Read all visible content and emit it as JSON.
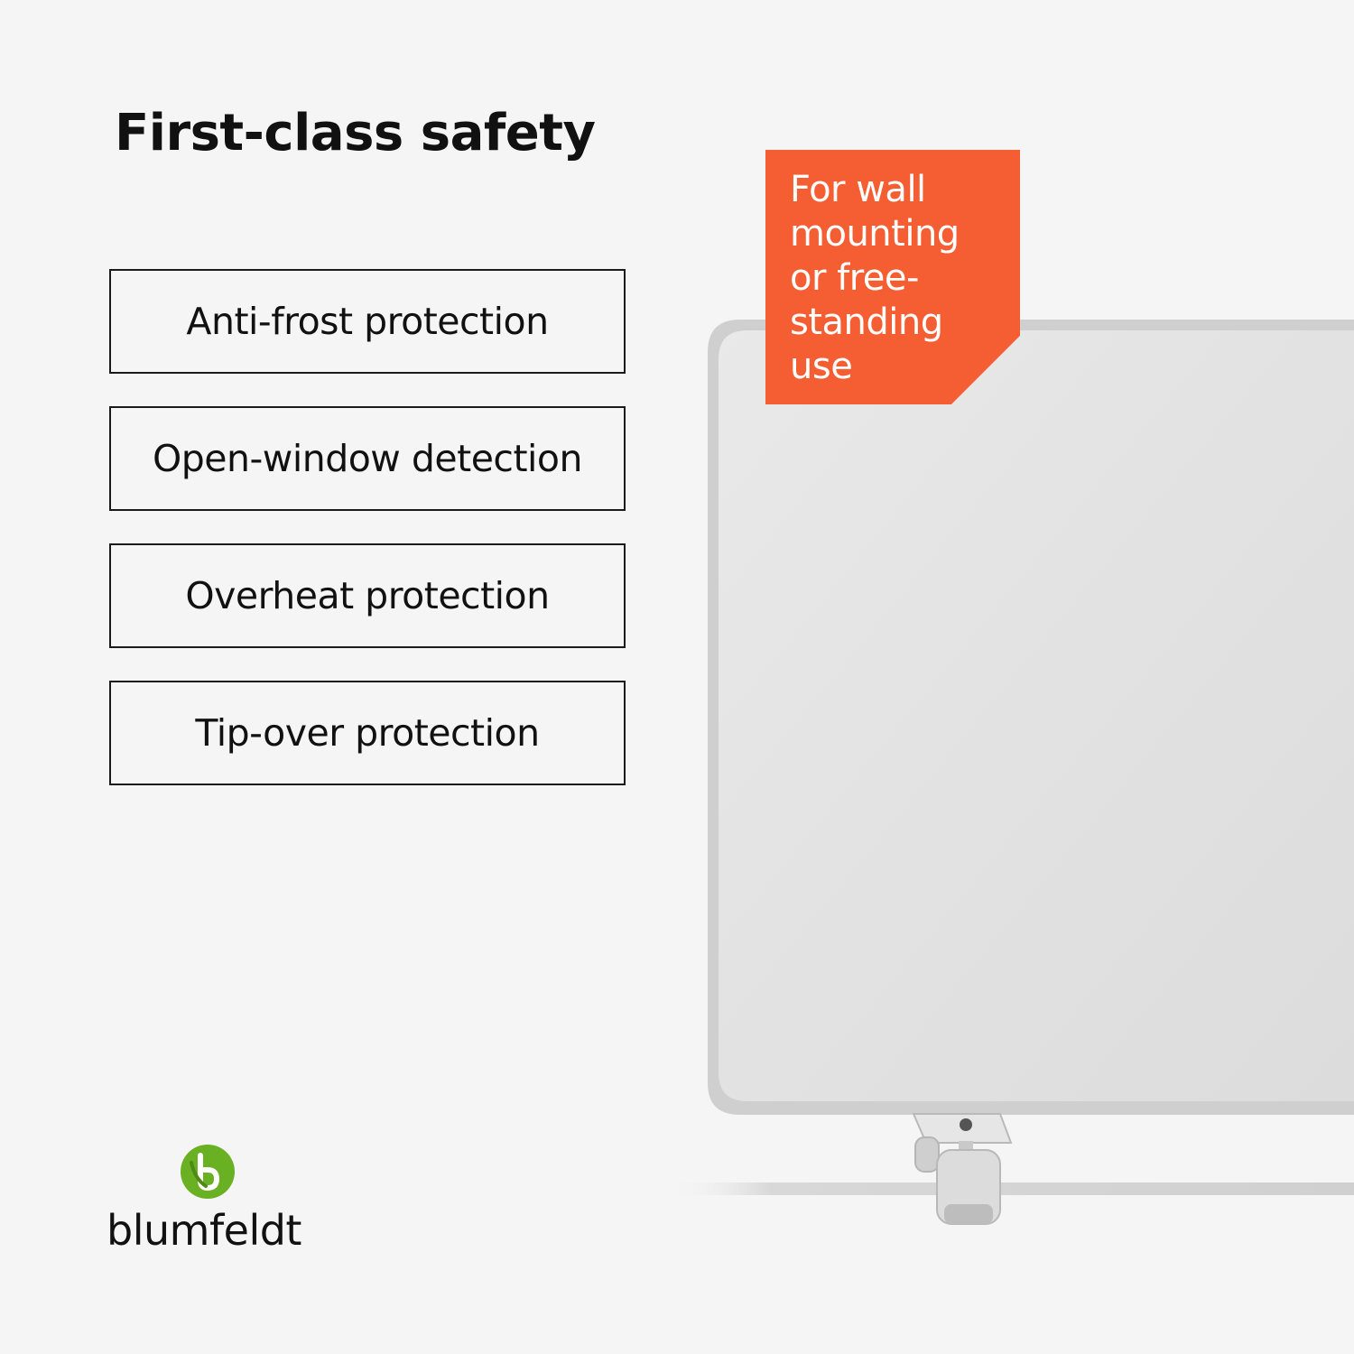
{
  "headline": "First-class safety",
  "features": [
    "Anti-frost protection",
    "Open-window detection",
    "Overheat protection",
    "Tip-over protection"
  ],
  "badge": {
    "lines": [
      "For wall",
      "mounting",
      "or free-",
      "standing",
      "use"
    ],
    "color": "#f55d32"
  },
  "brand": {
    "name": "blumfeldt",
    "logo_color": "#6ab023"
  },
  "colors": {
    "background": "#f5f5f5",
    "text": "#111111",
    "heater_panel": "#e2e2e2"
  }
}
